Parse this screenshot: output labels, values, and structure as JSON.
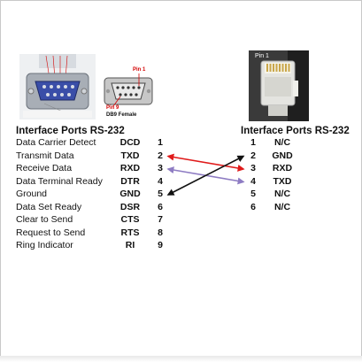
{
  "db9": {
    "pin1_label": "Pin 1",
    "pin9_label": "Pin 9",
    "caption": "DB9 Female"
  },
  "rj45": {
    "pin1_label": "Pin 1"
  },
  "left_table": {
    "heading": "Interface Ports RS-232",
    "rows": [
      {
        "label": "Data Carrier Detect",
        "abbr": "DCD",
        "pin": "1"
      },
      {
        "label": "Transmit Data",
        "abbr": "TXD",
        "pin": "2"
      },
      {
        "label": "Receive Data",
        "abbr": "RXD",
        "pin": "3"
      },
      {
        "label": "Data Terminal Ready",
        "abbr": "DTR",
        "pin": "4"
      },
      {
        "label": "Ground",
        "abbr": "GND",
        "pin": "5"
      },
      {
        "label": "Data Set Ready",
        "abbr": "DSR",
        "pin": "6"
      },
      {
        "label": "Clear to Send",
        "abbr": "CTS",
        "pin": "7"
      },
      {
        "label": "Request to Send",
        "abbr": "RTS",
        "pin": "8"
      },
      {
        "label": "Ring Indicator",
        "abbr": "RI",
        "pin": "9"
      }
    ]
  },
  "right_table": {
    "heading": "Interface Ports RS-232",
    "rows": [
      {
        "pin": "1",
        "abbr": "N/C"
      },
      {
        "pin": "2",
        "abbr": "GND"
      },
      {
        "pin": "3",
        "abbr": "RXD"
      },
      {
        "pin": "4",
        "abbr": "TXD"
      },
      {
        "pin": "5",
        "abbr": "N/C"
      },
      {
        "pin": "6",
        "abbr": "N/C"
      }
    ]
  },
  "wires": [
    {
      "from_pin": "2",
      "to_pin": "3",
      "color": "#e01b1b"
    },
    {
      "from_pin": "3",
      "to_pin": "4",
      "color": "#8e7cc3"
    },
    {
      "from_pin": "5",
      "to_pin": "2",
      "color": "#111111"
    }
  ]
}
